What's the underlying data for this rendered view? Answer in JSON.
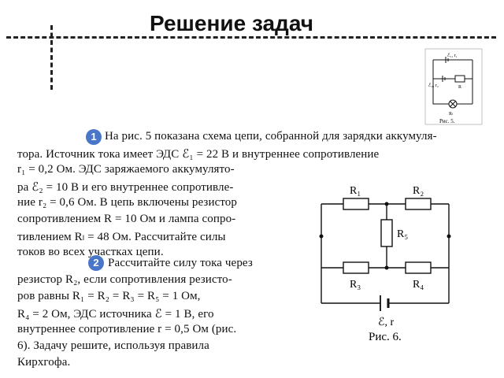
{
  "slide": {
    "title": "Решение задач"
  },
  "figure5": {
    "labels": [
      "ℰ₁, r₁",
      "ℰ₂, r₂",
      "R",
      "Rₗ",
      "Рис. 5."
    ]
  },
  "problem1": {
    "number": "1",
    "lines": [
      "На рис. 5 показана схема цепи, собранной для зарядки аккумуля-",
      "тора. Источник тока имеет ЭДС ℰ₁ = 22 В и внутреннее сопротивление",
      "r₁ = 0,2 Ом. ЭДС заряжаемого аккумулято-",
      "ра ℰ₂ = 10 В и его внутреннее сопротивле-",
      "ние r₂ = 0,6 Ом. В цепь включены резистор",
      "сопротивлением R = 10 Ом и лампа сопро-",
      "тивлением Rₗ = 48 Ом. Рассчитайте силы",
      "токов во всех участках цепи."
    ]
  },
  "problem2": {
    "number": "2",
    "lines": [
      "Рассчитайте силу тока через",
      "резистор R₂, если сопротивления резисто-",
      "ров равны R₁ = R₂ = R₃ = R₅ = 1 Ом,",
      "R₄ = 2 Ом, ЭДС источника ℰ = 1 В, его",
      "внутреннее сопротивление r = 0,5 Ом (рис.",
      "6). Задачу решите, используя правила",
      "Кирхгофа."
    ]
  },
  "figure6": {
    "labels": [
      "R₁",
      "R₂",
      "R₅",
      "R₃",
      "R₄",
      "ℰ, r"
    ],
    "caption": "Рис. 6."
  }
}
